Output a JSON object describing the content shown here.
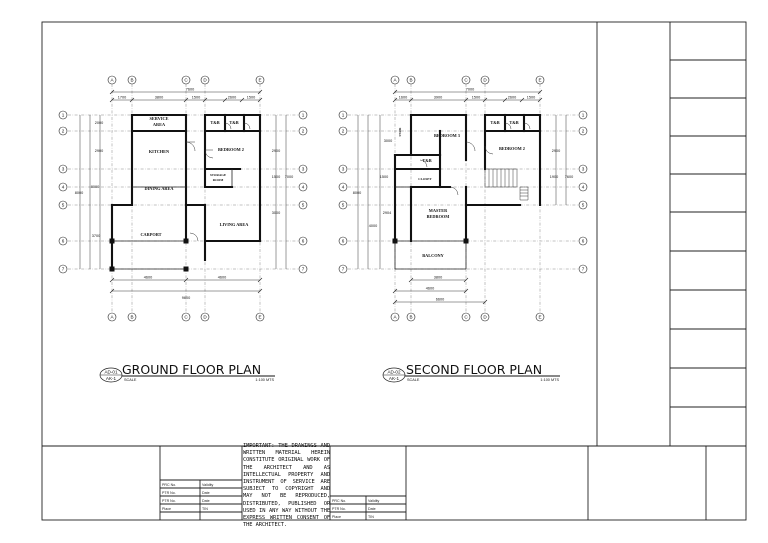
{
  "ground_plan": {
    "title": "GROUND FLOOR PLAN",
    "tag_top": "AD-01",
    "tag_bottom": "AK-1",
    "scale_label": "SCALE",
    "scale_value": "1:100 MTS",
    "grid_cols": [
      "A",
      "B",
      "C",
      "D",
      "E"
    ],
    "grid_rows": [
      "1",
      "2",
      "3",
      "4",
      "5",
      "6",
      "7"
    ],
    "rooms": {
      "service_area_1": "SERVICE",
      "service_area_2": "AREA",
      "tb1": "T&B",
      "tb2": "T&B",
      "kitchen": "KITCHEN",
      "bedroom2": "BEDROOM 2",
      "storage_1": "STORAGE",
      "storage_2": "ROOM",
      "dining": "DINING AREA",
      "carport": "CARPORT",
      "living": "LIVING AREA"
    },
    "dims": {
      "top_total": "7600",
      "top_a": "1700",
      "top_b": "3800",
      "top_c": "1500",
      "top_d": "2600",
      "top_e": "1500",
      "left_1": "2000",
      "left_2": "2900",
      "left_3": "8000",
      "left_4": "3700",
      "right_1": "2900",
      "right_2": "1500",
      "right_3": "7000",
      "right_4": "3000",
      "bot_a": "4600",
      "bot_b": "4600",
      "bot_total": "9600"
    }
  },
  "second_plan": {
    "title": "SECOND FLOOR PLAN",
    "tag_top": "AD-02",
    "tag_bottom": "AK-1",
    "scale_label": "SCALE",
    "scale_value": "1:100 MTS",
    "grid_cols": [
      "A",
      "B",
      "C",
      "D",
      "E"
    ],
    "grid_rows": [
      "1",
      "2",
      "3",
      "4",
      "5",
      "6",
      "7"
    ],
    "rooms": {
      "bedroom3": "BEDROOM 3",
      "tb1": "T&B",
      "tb2": "T&B",
      "bedroom2": "BEDROOM 2",
      "tb3": "T&B",
      "closet": "CLOSET",
      "master_1": "MASTER",
      "master_2": "BEDROOM",
      "balcony": "BALCONY",
      "stair_hall": "STAIR"
    },
    "dims": {
      "top_total": "7000",
      "top_a": "1600",
      "top_b": "3900",
      "top_c": "1500",
      "top_d": "2600",
      "top_e": "1500",
      "left_1": "3000",
      "left_2": "1500",
      "left_3": "8000",
      "left_4": "4000",
      "left_5": "2904",
      "right_1": "2900",
      "right_2": "1900",
      "right_3": "7600",
      "bot_a": "3800",
      "bot_b": "4600",
      "bot_total": "6600"
    }
  },
  "note": "IMPORTANT: THE DRAWINGS AND WRITTEN MATERIAL HEREIN CONSTITUTE ORIGINAL WORK OF THE ARCHITECT AND AS INTELLECTUAL PROPERTY AND INSTRUMENT OF SERVICE ARE SUBJECT TO COPYRIGHT AND MAY NOT BE REPRODUCED, DISTRIBUTED, PUBLISHED OR USED IN ANY WAY WITHOUT THE EXPRESS WRITTEN CONSENT OF THE ARCHITECT.",
  "titleblock": {
    "left": {
      "r1a": "PRC No.",
      "r1b": "Validity",
      "r2a": "PTR No.",
      "r2b": "Date",
      "r3a": "PTR No.",
      "r3b": "Date",
      "r4a": "Place",
      "r4b": "TIN"
    },
    "right": {
      "r1a": "PRC No.",
      "r1b": "Validity",
      "r2a": "PTR No.",
      "r2b": "Date",
      "r3a": "Place",
      "r3b": "TIN"
    }
  }
}
